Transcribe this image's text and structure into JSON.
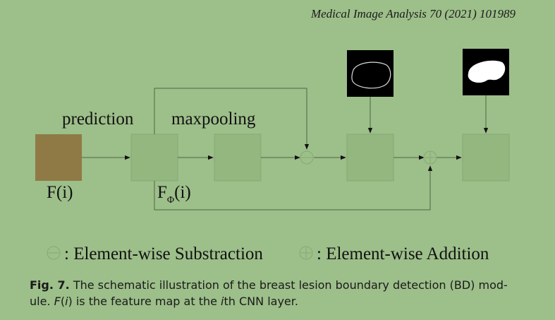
{
  "header": {
    "journal": "Medical Image Analysis 70 (2021) 101989"
  },
  "diagram": {
    "labels": {
      "prediction": "prediction",
      "maxpooling": "maxpooling",
      "input_label": "F(i)",
      "pooled_label_base": "F",
      "pooled_label_sub": "Φ",
      "pooled_label_arg": "(i)"
    },
    "legend": {
      "subtraction": ": Element-wise Substraction",
      "addition": ": Element-wise Addition"
    },
    "colors": {
      "background": "#9dbf8a",
      "input_block": "#8f7a45",
      "feature_block": "#93b77f",
      "block_border": "#86a974",
      "line": "#4a6a40",
      "mask_bg": "#000000"
    }
  },
  "caption": {
    "label": "Fig. 7.",
    "text_line1": "The schematic illustration of the breast lesion boundary detection (BD) mod-",
    "text_line2_a": "ule. ",
    "text_line2_f": "F",
    "text_line2_b": "(",
    "text_line2_i": "i",
    "text_line2_c": ") is the feature map at the ",
    "text_line2_ith": "i",
    "text_line2_d": "th CNN layer."
  }
}
